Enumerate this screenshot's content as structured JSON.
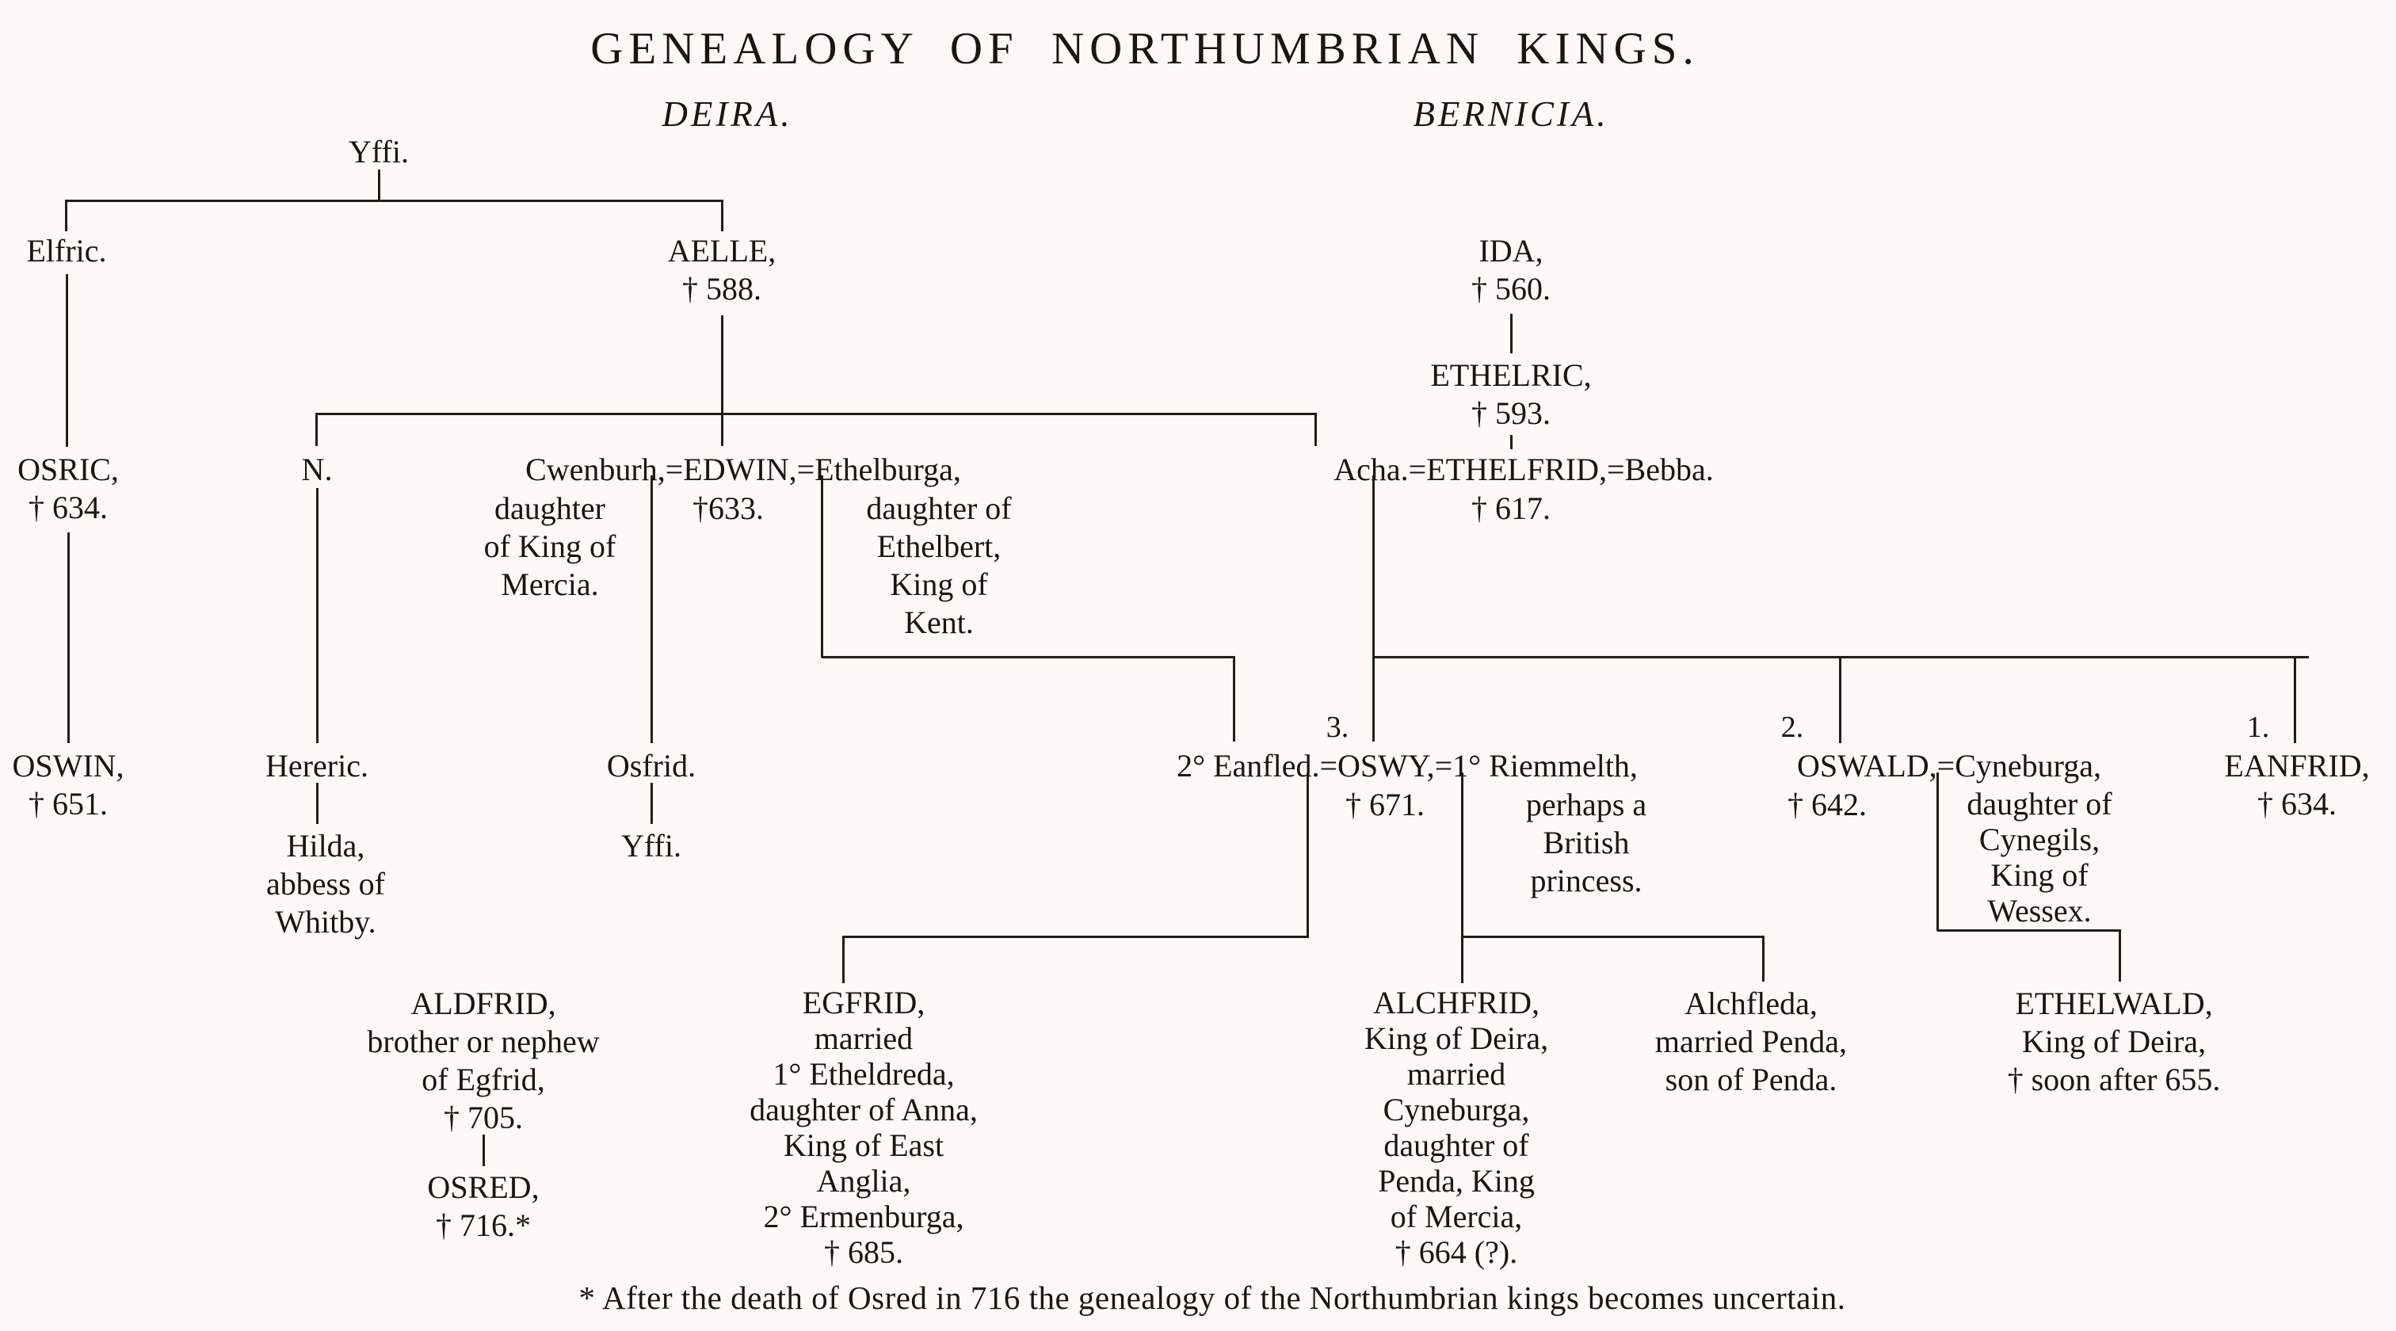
{
  "colors": {
    "ink": "#1b1510",
    "paper": "#fbfaf6"
  },
  "title": "GENEALOGY  OF  NORTHUMBRIAN  KINGS.",
  "columns": {
    "deira": "DEIRA.",
    "bernicia": "BERNICIA."
  },
  "persons": {
    "yffi_top": "Yffi.",
    "elfric": "Elfric.",
    "aelle": "AELLE,\n† 588.",
    "ida": "IDA,\n† 560.",
    "ethelric": "ETHELRIC,\n† 593.",
    "osric": "OSRIC,\n† 634.",
    "n_node": "N.",
    "edwin_row": "Cwenburh,=EDWIN,=Ethelburga,",
    "cwenburh_desc": "daughter\nof King of\nMercia.",
    "edwin_death": "†633.",
    "ethelburga_desc": "daughter of\nEthelbert,\nKing of\nKent.",
    "ethelfrid_row": "Acha.=ETHELFRID,=Bebba.",
    "ethelfrid_death": "† 617.",
    "oswin": "OSWIN,\n† 651.",
    "hereric": "Hereric.",
    "hilda": "Hilda,\nabbess of\nWhitby.",
    "osfrid": "Osfrid.",
    "yffi_jr": "Yffi.",
    "num3": "3.",
    "num2": "2.",
    "num1": "1.",
    "oswy_row": "2° Eanfled.=OSWY,=1° Riemmelth,",
    "oswy_death": "† 671.",
    "riemmelth_desc": "perhaps a\nBritish\nprincess.",
    "oswald_row": "OSWALD,=Cyneburga,",
    "oswald_death": "† 642.",
    "cyneburga_desc": "daughter of\nCynegils,\nKing of\nWessex.",
    "eanfrid": "EANFRID,\n† 634.",
    "aldfrid": "ALDFRID,\nbrother or nephew\nof Egfrid,\n† 705.",
    "osred": "OSRED,\n† 716.*",
    "egfrid": "EGFRID,\nmarried\n1° Etheldreda,\ndaughter of Anna,\nKing of East\nAnglia,\n2° Ermenburga,\n† 685.",
    "alchfrid": "ALCHFRID,\nKing of Deira,\nmarried\nCyneburga,\ndaughter of\nPenda, King\nof Mercia,\n† 664 (?).",
    "alchfleda": "Alchfleda,\nmarried Penda,\nson of Penda.",
    "ethelwald": "ETHELWALD,\nKing of Deira,\n† soon after 655."
  },
  "footnote": "* After the death of Osred in 716 the genealogy of the Northumbrian kings becomes uncertain."
}
